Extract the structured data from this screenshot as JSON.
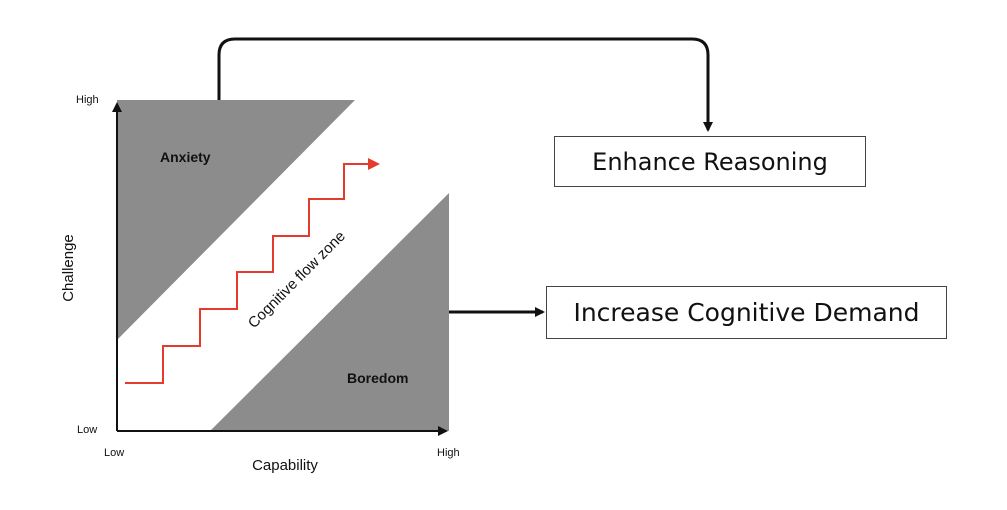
{
  "diagram": {
    "y_axis": {
      "label": "Challenge",
      "high": "High",
      "low": "Low"
    },
    "x_axis": {
      "label": "Capability",
      "low": "Low",
      "high": "High"
    },
    "regions": {
      "anxiety": "Anxiety",
      "boredom": "Boredom",
      "flow_zone": "Cognitive flow zone"
    },
    "boxes": {
      "enhance_reasoning": "Enhance Reasoning",
      "increase_demand": "Increase Cognitive Demand"
    },
    "colors": {
      "region_fill": "#8c8c8c",
      "staircase": "#e53b2c",
      "axis": "#111111",
      "box_border": "#444444"
    }
  }
}
